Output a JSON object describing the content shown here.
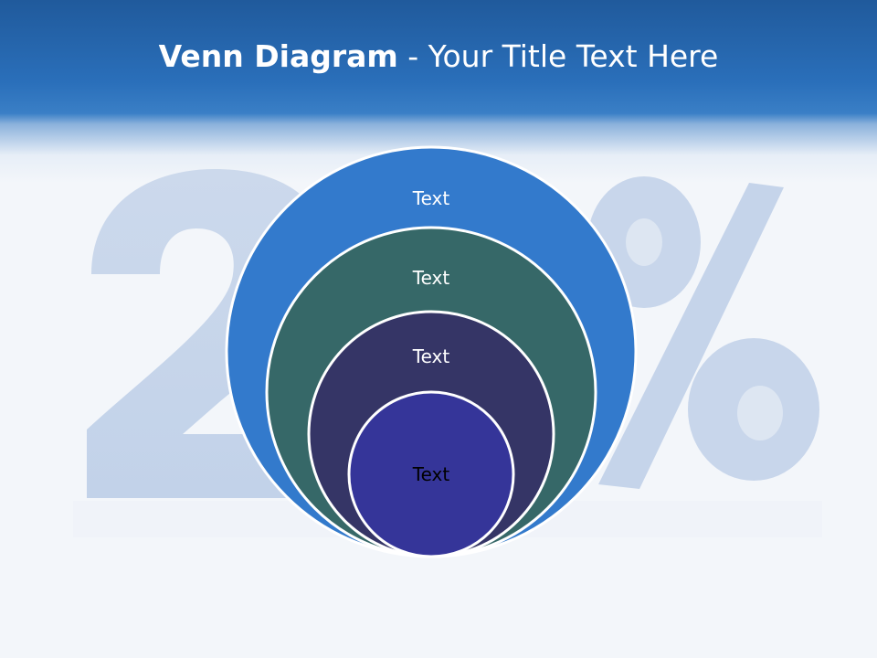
{
  "slide": {
    "title_bold": "Venn Diagram",
    "title_rest": " - Your Title Text Here",
    "background_graphic": "faded-20-percent-3d-text",
    "colors": {
      "header": "#2a6fba",
      "ring1": "#337acc",
      "ring2": "#366868",
      "ring3": "#353566",
      "ring4": "#353599",
      "outline": "#ffffff"
    }
  },
  "diagram": {
    "rings": [
      {
        "label": "Text"
      },
      {
        "label": "Text"
      },
      {
        "label": "Text"
      },
      {
        "label": "Text"
      }
    ]
  }
}
